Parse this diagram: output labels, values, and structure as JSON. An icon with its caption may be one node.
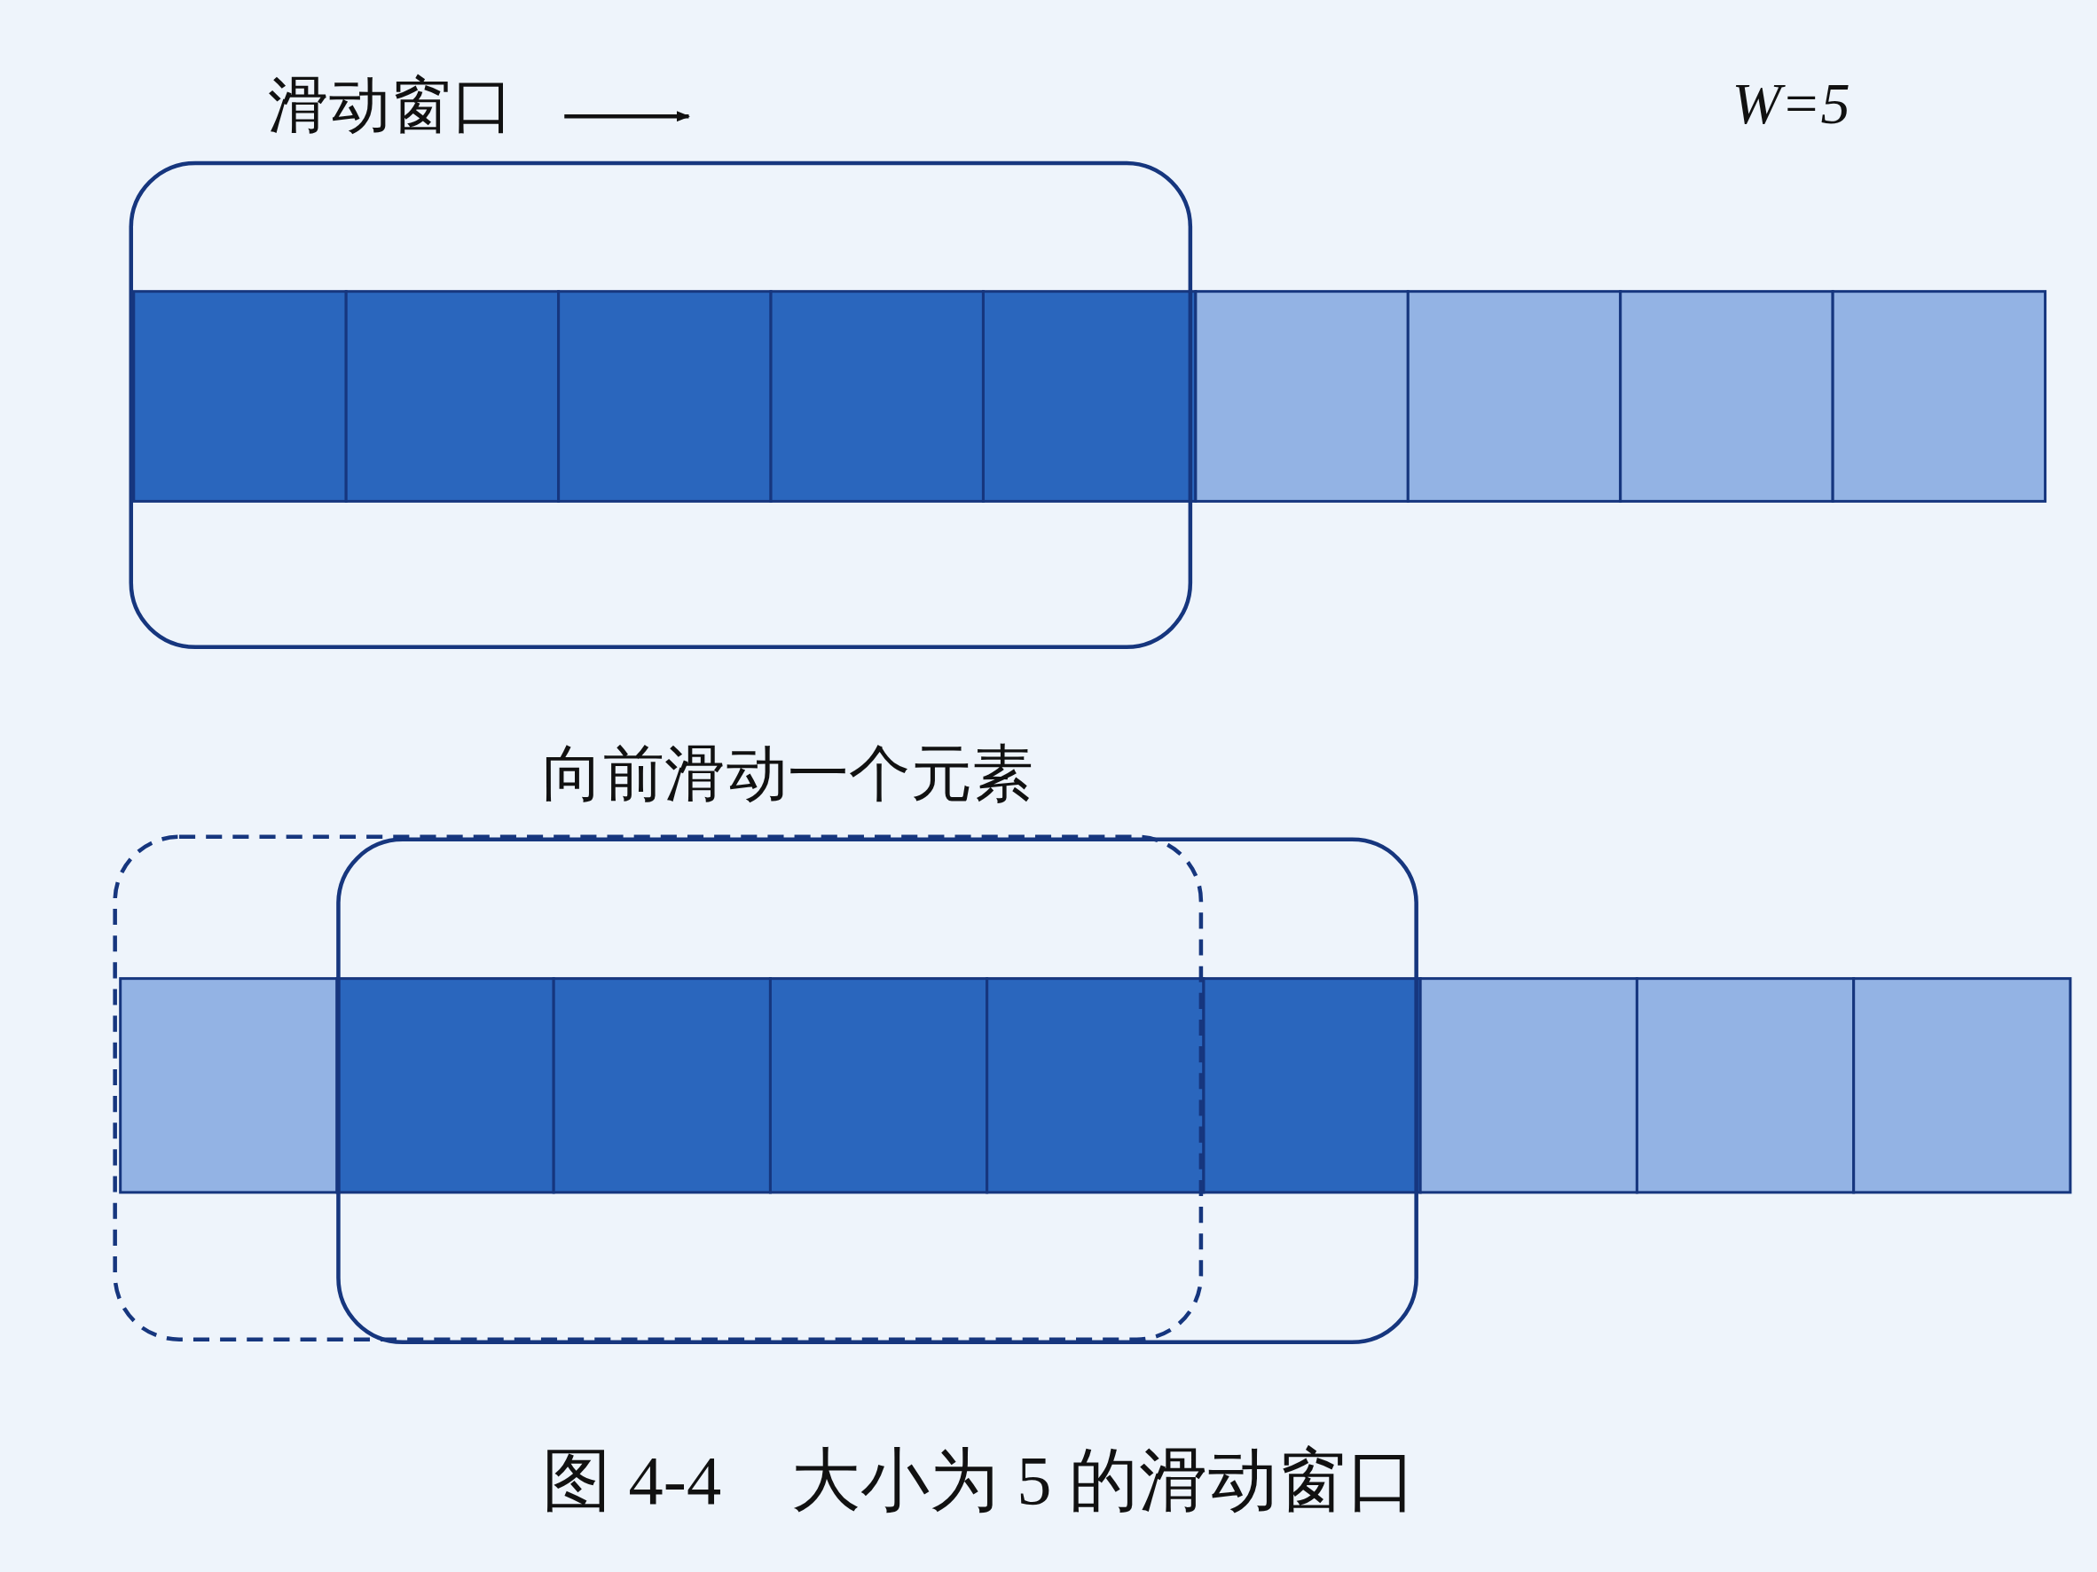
{
  "diagram": {
    "caption": "图 4-4　大小为 5 的滑动窗口",
    "labels": [
      "滑动窗口",
      "W=5",
      "向前滑动一个元素"
    ]
  }
}
